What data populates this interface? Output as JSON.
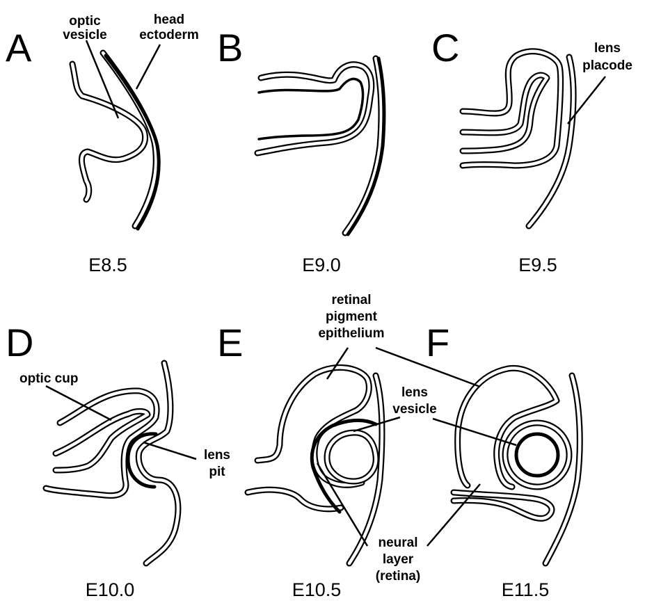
{
  "panels": [
    {
      "letter": "A",
      "stage": "E8.5"
    },
    {
      "letter": "B",
      "stage": "E9.0"
    },
    {
      "letter": "C",
      "stage": "E9.5"
    },
    {
      "letter": "D",
      "stage": "E10.0"
    },
    {
      "letter": "E",
      "stage": "E10.5"
    },
    {
      "letter": "F",
      "stage": "E11.5"
    }
  ],
  "labels": {
    "optic_vesicle": [
      "optic",
      "vesicle"
    ],
    "head_ectoderm": [
      "head",
      "ectoderm"
    ],
    "lens_placode": [
      "lens",
      "placode"
    ],
    "optic_cup": "optic cup",
    "lens_pit": [
      "lens",
      "pit"
    ],
    "retinal_pigment_epithelium": [
      "retinal",
      "pigment",
      "epithelium"
    ],
    "lens_vesicle": [
      "lens",
      "vesicle"
    ],
    "neural_layer": [
      "neural",
      "layer",
      "(retina)"
    ]
  }
}
